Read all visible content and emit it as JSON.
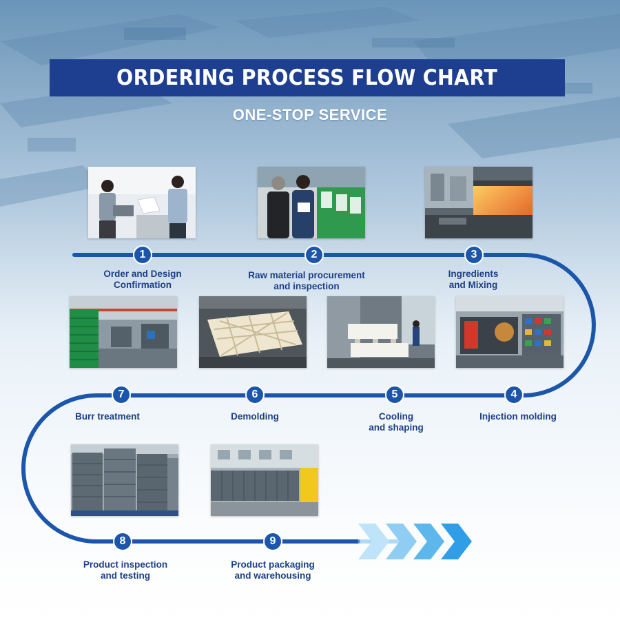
{
  "header": {
    "title": "ORDERING PROCESS FLOW CHART",
    "subtitle": "ONE-STOP SERVICE"
  },
  "steps": [
    {
      "number": "1",
      "label_line1": "Order and Design",
      "label_line2": "Confirmation"
    },
    {
      "number": "2",
      "label_line1": "Raw material procurement",
      "label_line2": "and inspection"
    },
    {
      "number": "3",
      "label_line1": "Ingredients",
      "label_line2": "and Mixing"
    },
    {
      "number": "4",
      "label_line1": "Injection molding",
      "label_line2": ""
    },
    {
      "number": "5",
      "label_line1": "Cooling",
      "label_line2": "and shaping"
    },
    {
      "number": "6",
      "label_line1": "Demolding",
      "label_line2": ""
    },
    {
      "number": "7",
      "label_line1": "Burr treatment",
      "label_line2": ""
    },
    {
      "number": "8",
      "label_line1": "Product inspection",
      "label_line2": "and testing"
    },
    {
      "number": "9",
      "label_line1": "Product packaging",
      "label_line2": "and warehousing"
    }
  ],
  "colors": {
    "banner": "#1e3f8f",
    "line": "#1c56aa",
    "label_text": "#1c3f86",
    "arrow": "#3aa8e8"
  },
  "icons": [
    "photo-order-meeting",
    "photo-material-inspection",
    "photo-mixing-machine",
    "photo-injection-machine",
    "photo-cooling-pallets",
    "photo-demolding-pallet",
    "photo-burr-warehouse",
    "photo-inspection-crates",
    "photo-packaging-warehouse"
  ]
}
